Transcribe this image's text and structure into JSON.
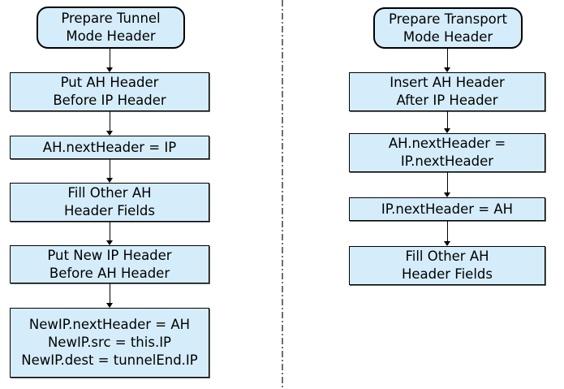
{
  "colors": {
    "node_fill": "#d5edfa",
    "node_border": "#000000",
    "divider_line": "#6e6e6e",
    "background": "#ffffff",
    "text": "#000000"
  },
  "flowcharts": [
    {
      "name": "tunnel-mode",
      "nodes": [
        {
          "type": "terminator",
          "label": "Prepare Tunnel\nMode Header"
        },
        {
          "type": "process",
          "label": "Put AH Header\nBefore IP Header"
        },
        {
          "type": "process",
          "label": "AH.nextHeader = IP"
        },
        {
          "type": "process",
          "label": "Fill Other AH\nHeader Fields"
        },
        {
          "type": "process",
          "label": "Put New IP Header\nBefore AH Header"
        },
        {
          "type": "process",
          "label": "NewIP.nextHeader = AH\nNewIP.src = this.IP\nNewIP.dest = tunnelEnd.IP"
        }
      ]
    },
    {
      "name": "transport-mode",
      "nodes": [
        {
          "type": "terminator",
          "label": "Prepare Transport\nMode Header"
        },
        {
          "type": "process",
          "label": "Insert AH Header\nAfter IP Header"
        },
        {
          "type": "process",
          "label": "AH.nextHeader =\nIP.nextHeader"
        },
        {
          "type": "process",
          "label": "IP.nextHeader = AH"
        },
        {
          "type": "process",
          "label": "Fill Other AH\nHeader Fields"
        }
      ]
    }
  ]
}
